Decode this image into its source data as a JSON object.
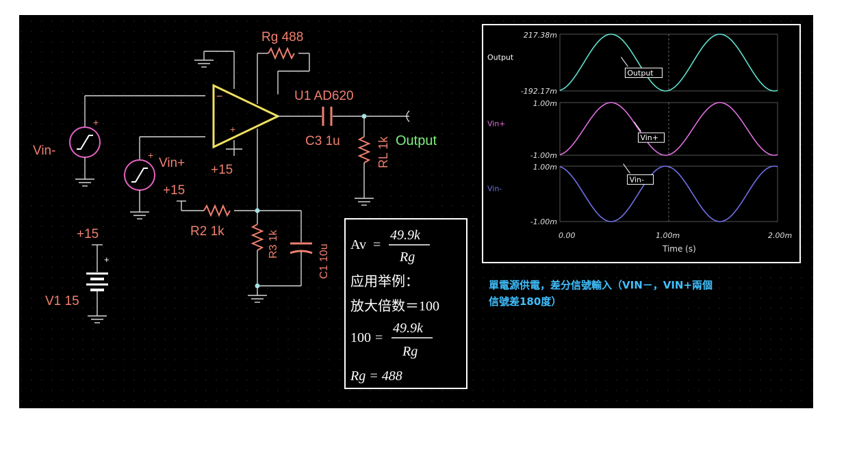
{
  "schematic": {
    "rg_label": "Rg 488",
    "u1_label": "U1 AD620",
    "c3_label": "C3 1u",
    "rl_label": "RL 1k",
    "output_label": "Output",
    "vin_minus_label": "Vin-",
    "vin_plus_label": "Vin+",
    "plus15_a": "+15",
    "plus15_b": "+15",
    "plus15_c": "+15",
    "r2_label": "R2 1k",
    "r3_label": "R3 1k",
    "c1_label": "C1 10u",
    "v1_label": "V1 15",
    "opamp_minus": "−",
    "opamp_plus": "+",
    "src_plus": "+",
    "batt_plus": "+"
  },
  "formula": {
    "av_lhs": "Av",
    "eq": "=",
    "num": "49.9k",
    "den": "Rg",
    "example_title": "应用举例：",
    "gain_line": "放大倍数＝100",
    "eq2_lhs": "100",
    "eq2_num": "49.9k",
    "eq2_den": "Rg",
    "result": "Rg = 488"
  },
  "note": {
    "line1": "單電源供電，差分信號輸入（VIN－，VIN+兩個",
    "line2": "信號差180度）"
  },
  "colors": {
    "background": "#000000",
    "output_trace": "#60e0d0",
    "vin_plus_trace": "#e070e0",
    "vin_minus_trace": "#7070e8",
    "opamp": "#f0e060",
    "component": "#f08070",
    "note_text": "#40c0ff"
  },
  "chart_data": {
    "type": "line",
    "xlabel": "Time (s)",
    "x_ticks": [
      "0.00",
      "1.00m",
      "2.00m"
    ],
    "xlim": [
      0,
      0.002
    ],
    "panels": [
      {
        "name": "Output",
        "legend": "Output",
        "ylim": [
          -0.19217,
          0.21738
        ],
        "y_ticks": [
          "217.38m",
          "-192.17m"
        ],
        "amplitude": 0.2047,
        "offset": 0.0126,
        "phase": "sin",
        "frequency_hz": 1000
      },
      {
        "name": "Vin+",
        "legend": "Vin+",
        "ylim": [
          -0.001,
          0.001
        ],
        "y_ticks": [
          "1.00m",
          "-1.00m"
        ],
        "amplitude": 0.001,
        "offset": 0,
        "phase": "sin",
        "frequency_hz": 1000
      },
      {
        "name": "Vin-",
        "legend": "Vin-",
        "ylim": [
          -0.001,
          0.001
        ],
        "y_ticks": [
          "1.00m",
          "-1.00m"
        ],
        "amplitude": 0.001,
        "offset": 0,
        "phase": "-sin",
        "frequency_hz": 1000
      }
    ]
  }
}
